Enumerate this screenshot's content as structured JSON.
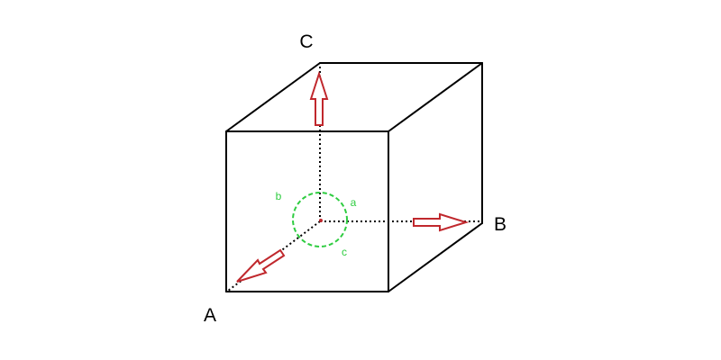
{
  "axes": {
    "a": "A",
    "b": "B",
    "c": "C"
  },
  "angles": {
    "a": "a",
    "b": "b",
    "c": "c"
  },
  "colors": {
    "edge": "#000000",
    "axis": "#000000",
    "arrow_stroke": "#c0282d",
    "arrow_fill": "#ffffff",
    "angle_circle": "#2ecc40",
    "angle_text": "#2ecc40",
    "origin": "#c0282d"
  }
}
